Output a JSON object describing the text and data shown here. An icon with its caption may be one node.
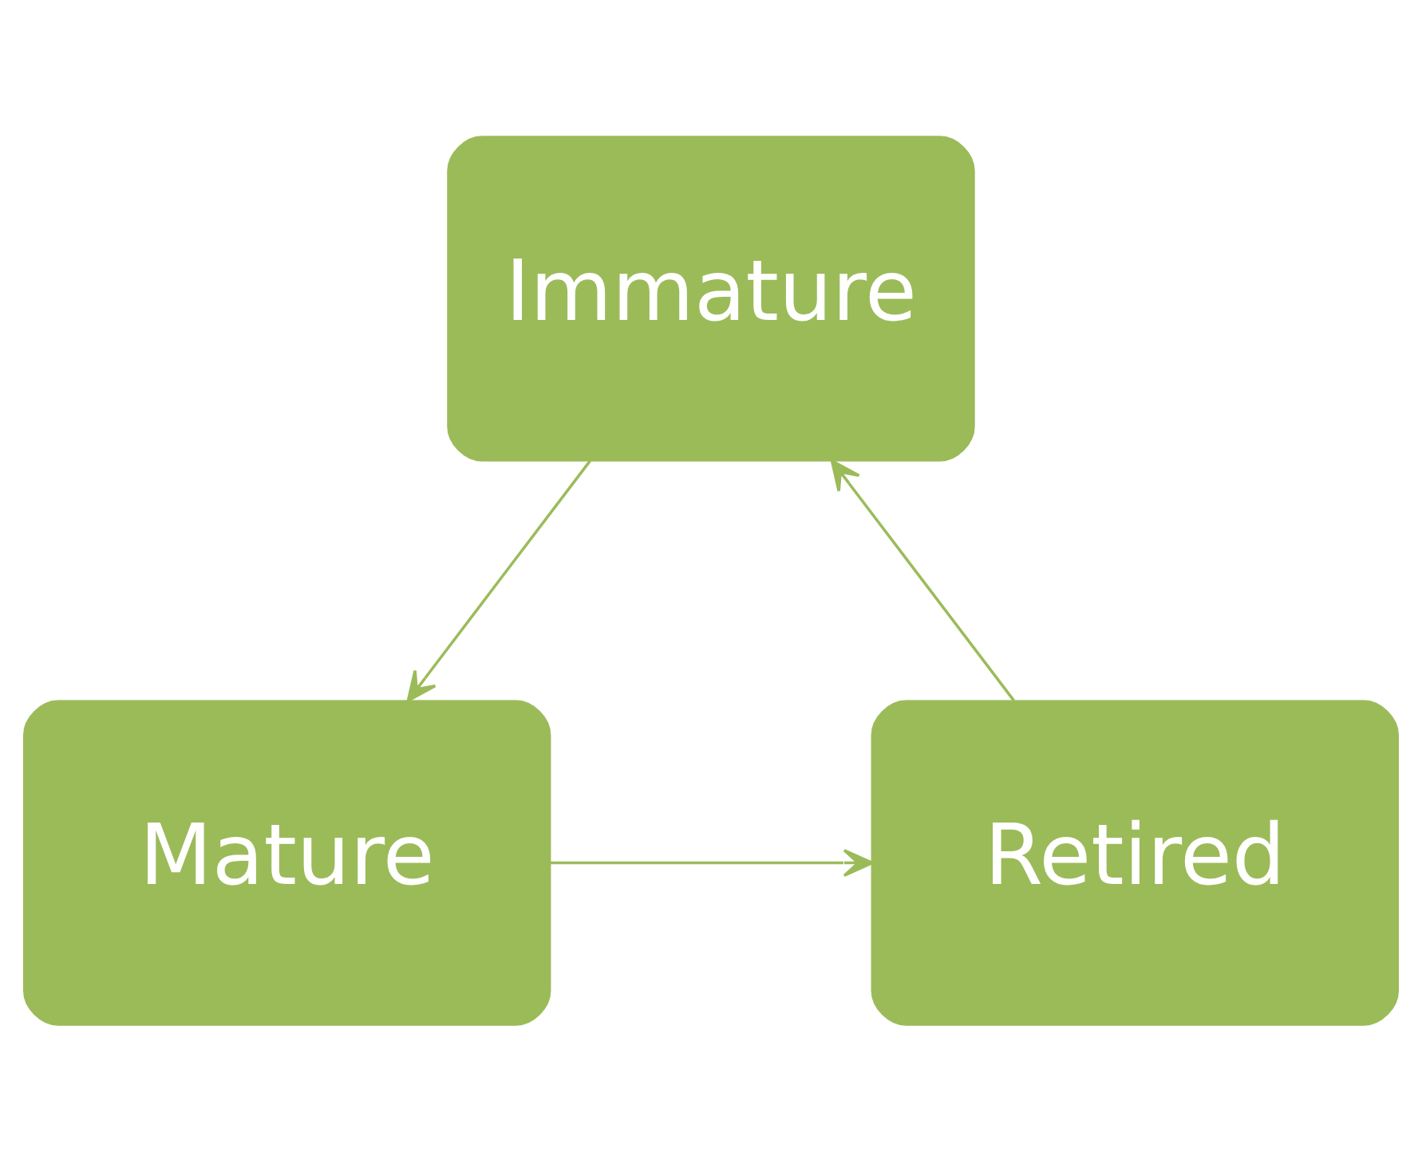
{
  "diagram": {
    "nodes": [
      {
        "text": [
          "Immature"
        ]
      },
      {
        "text": [
          "Mature"
        ]
      },
      {
        "text": [
          "Retired"
        ]
      }
    ],
    "edges": [
      {
        "from": 0,
        "to": 1,
        "arrow": "to"
      },
      {
        "from": 1,
        "to": 2,
        "arrow": "to"
      },
      {
        "from": 2,
        "to": 0,
        "arrow": "to"
      }
    ]
  }
}
